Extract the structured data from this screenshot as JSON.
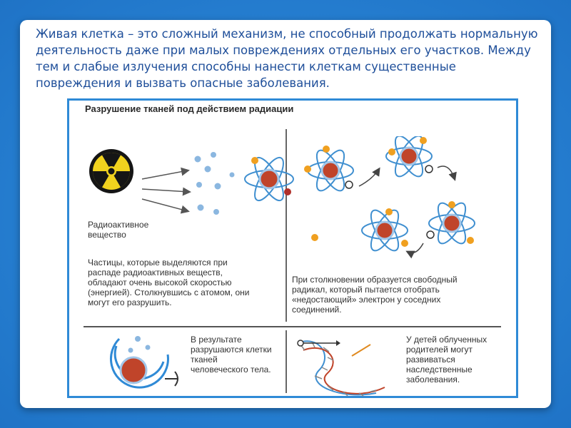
{
  "intro_text": "Живая клетка – это сложный механизм, не способный продолжать нормальную деятельность даже при малых повреждениях отдельных его участков. Между тем и слабые излучения способны нанести клеткам существенные повреждения и вызвать опасные заболевания.",
  "figure": {
    "title": "Разрушение тканей под действием радиации",
    "radioactive_label": "Радиоактивное вещество",
    "particles_text": "Частицы, которые выделяются при распаде радиоактивных веществ, обладают очень высокой скоростью (энергией). Столкнувшись с атомом, они могут его разрушить.",
    "radical_text": "При столкновении образуется свободный радикал, который пытается отобрать «недостающий» электрон у соседних соединений.",
    "cells_text": "В результате разрушаются клетки тканей человеческого тела.",
    "children_text": "У детей облученных родителей могут развиваться наследственные заболевания."
  },
  "colors": {
    "background": "#2a86d6",
    "frame": "#2f8ad6",
    "intro_text": "#1f4f9a",
    "nucleus": "#c0442a",
    "orbit": "#3f8fd0",
    "electron_plus": "#f0a020",
    "electron_minus": "#b0302a"
  }
}
